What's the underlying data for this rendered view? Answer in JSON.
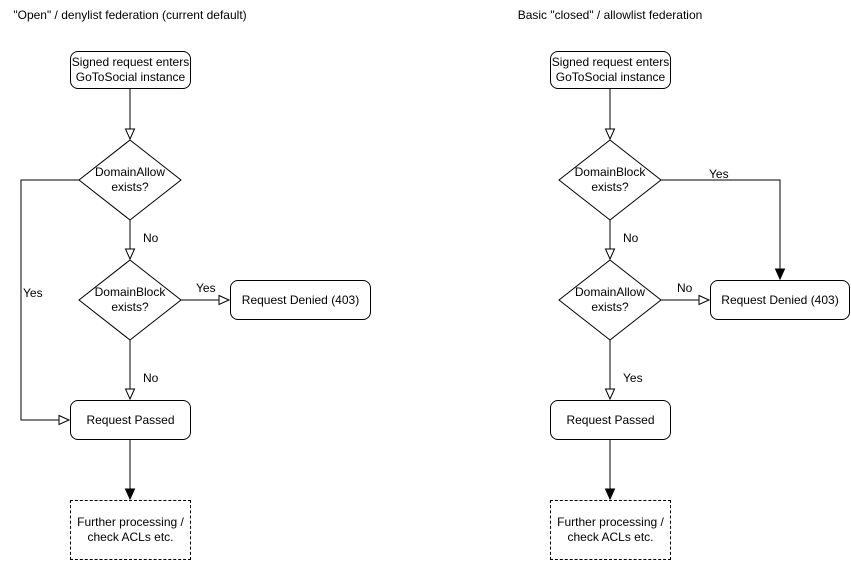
{
  "charts": [
    {
      "title": "\"Open\" / denylist federation (current default)",
      "nodes": {
        "start": "Signed request enters GoToSocial instance",
        "decision1": "DomainAllow exists?",
        "decision2": "DomainBlock exists?",
        "denied": "Request Denied (403)",
        "passed": "Request Passed",
        "further": "Further processing / check ACLs etc."
      },
      "labels": {
        "d1_side": "Yes",
        "d1_down": "No",
        "d2_side": "Yes",
        "d2_down": "No"
      }
    },
    {
      "title": "Basic \"closed\" / allowlist federation",
      "nodes": {
        "start": "Signed request enters GoToSocial instance",
        "decision1": "DomainBlock exists?",
        "decision2": "DomainAllow exists?",
        "denied": "Request Denied (403)",
        "passed": "Request Passed",
        "further": "Further processing / check ACLs etc."
      },
      "labels": {
        "d1_side": "Yes",
        "d1_down": "No",
        "d2_side": "No",
        "d2_down": "Yes"
      }
    }
  ],
  "style": {
    "line_color": "#000000",
    "node_fill": "#ffffff",
    "text_color": "#000000"
  }
}
